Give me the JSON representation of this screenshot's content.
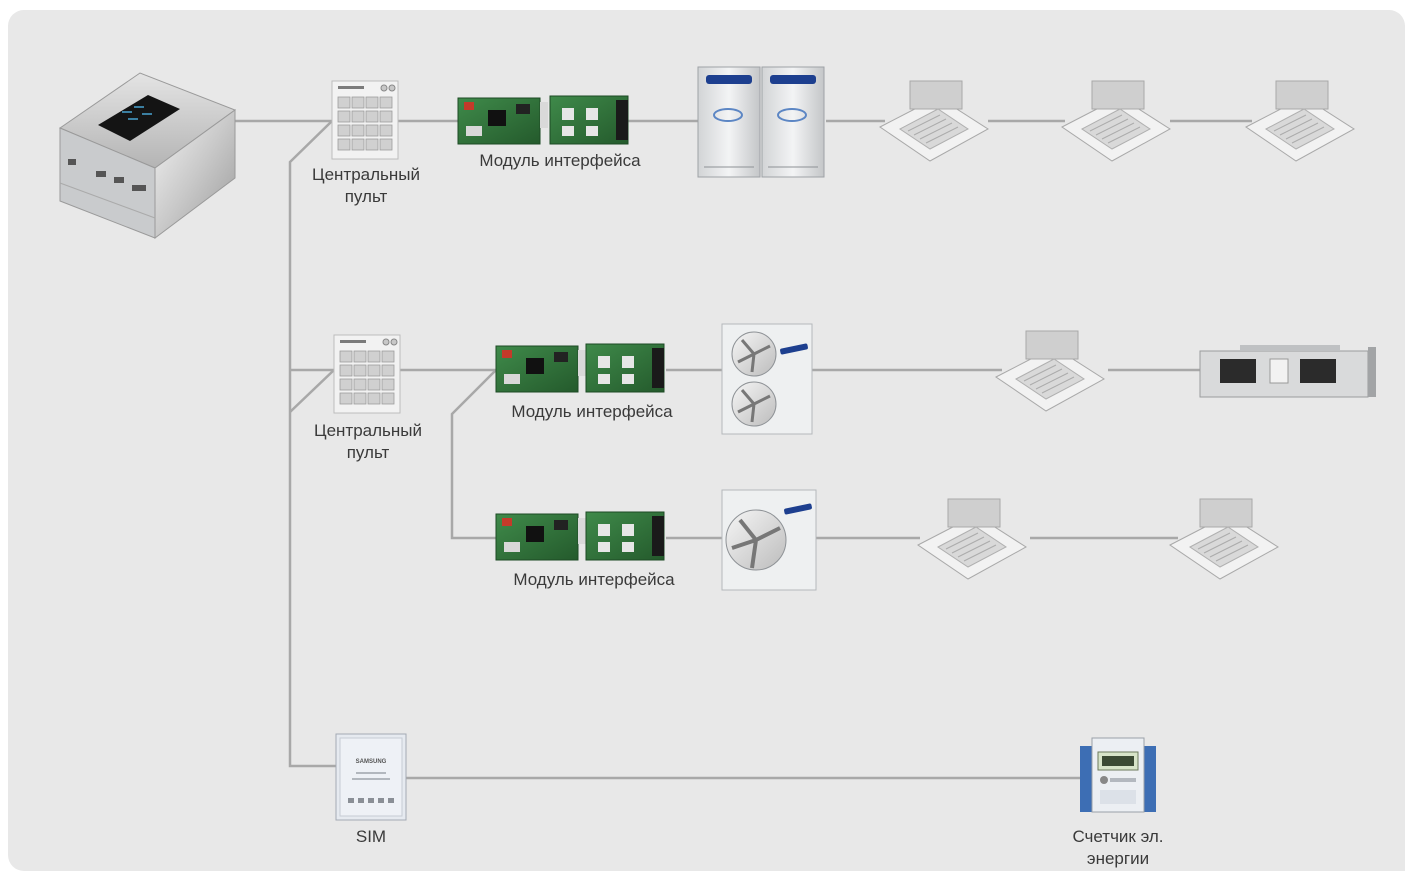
{
  "colors": {
    "panel": "#e8e8e8",
    "wire": "#a8a8a8",
    "label": "#3a3a3a",
    "brand_blue": "#1d3f8f",
    "board_green": "#2f6e3a"
  },
  "labels": {
    "central_panel_1": [
      "Центральный",
      "пульт"
    ],
    "interface_module_1": "Модуль интерфейса",
    "central_panel_2": [
      "Центральный",
      "пульт"
    ],
    "interface_module_2": "Модуль интерфейса",
    "interface_module_3": "Модуль интерфейса",
    "sim": "SIM",
    "energy_meter": [
      "Счетчик эл.",
      "энергии"
    ]
  },
  "devices": {
    "main_controller": "data-management-server",
    "outdoor_units": [
      "dvm-outdoor-pair",
      "outdoor-unit-two-fan",
      "outdoor-unit-one-fan"
    ],
    "indoor_units": [
      "cassette",
      "cassette",
      "cassette",
      "cassette",
      "duct-unit",
      "cassette",
      "cassette"
    ],
    "sim_brand": "SAMSUNG"
  }
}
